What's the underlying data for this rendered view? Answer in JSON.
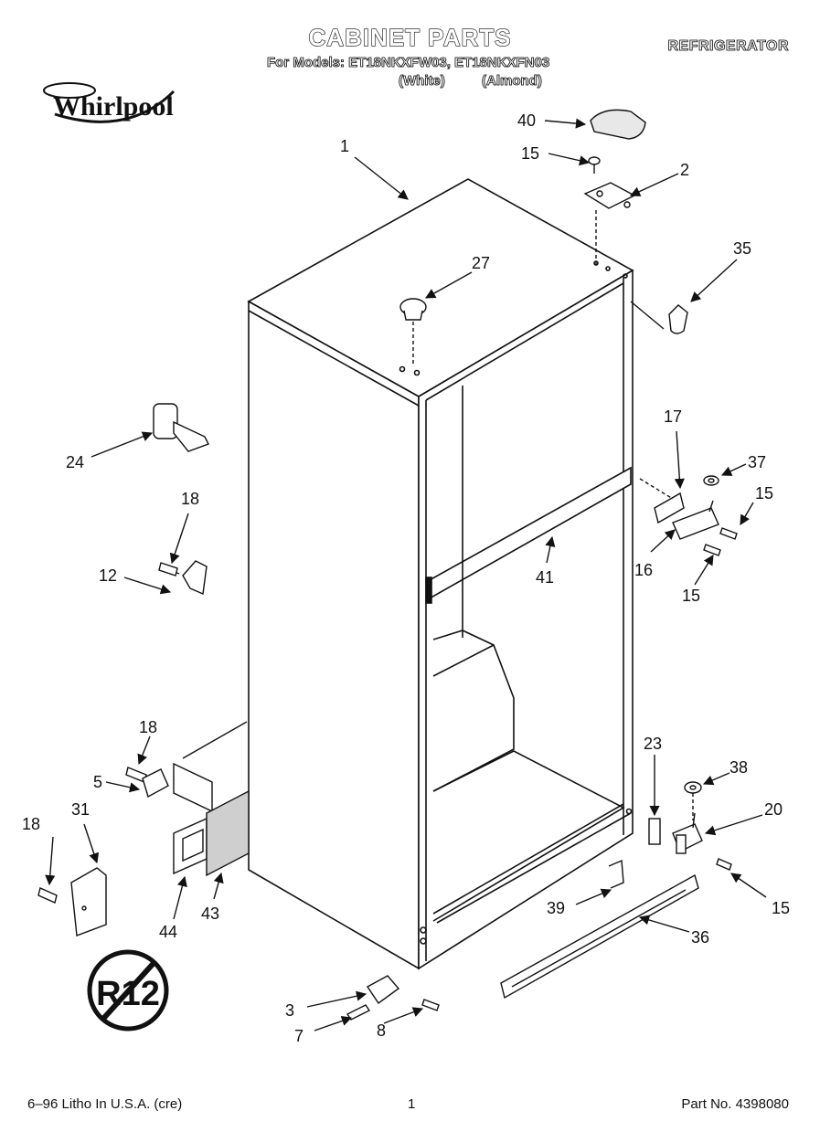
{
  "header": {
    "title": "CABINET PARTS",
    "models_line": "For Models: ET18NKXFW03, ET18NKXFN03",
    "variant_white": "(White)",
    "variant_almond": "(Almond)",
    "appliance": "REFRIGERATOR",
    "brand": "Whirlpool"
  },
  "footer": {
    "print_info": "6–96 Litho In U.S.A. (cre)",
    "page_number": "1",
    "part_number": "Part No. 4398080"
  },
  "symbols": {
    "no_r12_mark": "R12"
  },
  "callouts": {
    "c40": "40",
    "c15a": "15",
    "c2": "2",
    "c1": "1",
    "c35": "35",
    "c27": "27",
    "c24": "24",
    "c18a": "18",
    "c12": "12",
    "c17": "17",
    "c37": "37",
    "c15b": "15",
    "c16": "16",
    "c15c": "15",
    "c41": "41",
    "c18b": "18",
    "c5": "5",
    "c23": "23",
    "c38": "38",
    "c20": "20",
    "c18c": "18",
    "c31": "31",
    "c44": "44",
    "c43": "43",
    "c39": "39",
    "c36": "36",
    "c15d": "15",
    "c3": "3",
    "c7": "7",
    "c8": "8"
  }
}
